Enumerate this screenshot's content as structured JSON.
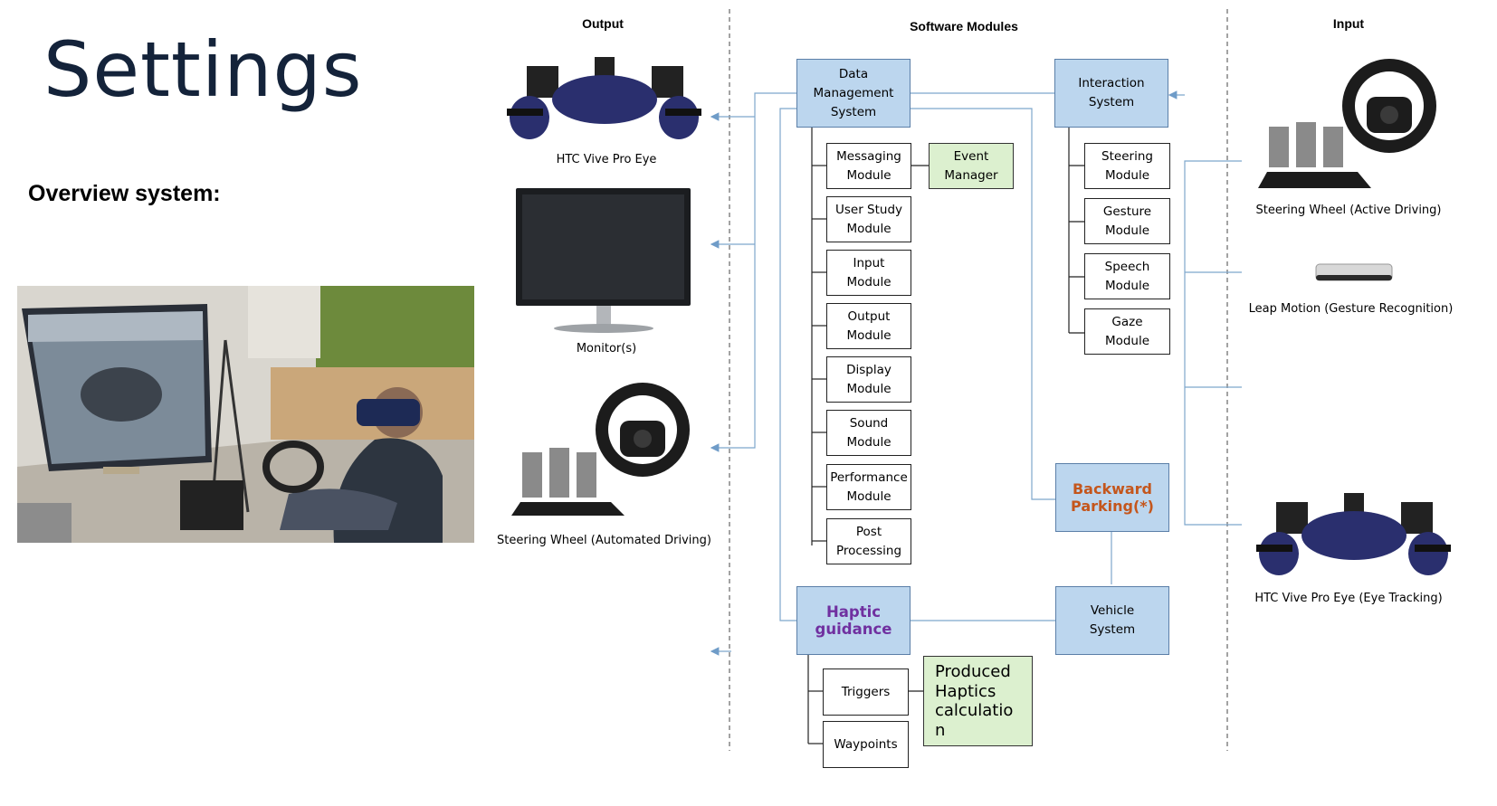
{
  "slide": {
    "title": "Settings",
    "subtitle": "Overview system:"
  },
  "diagram": {
    "headers": {
      "output": "Output",
      "software": "Software Modules",
      "input": "Input"
    },
    "outputs": [
      {
        "caption": "HTC Vive Pro Eye",
        "icon": "vr-headset-icon"
      },
      {
        "caption": "Monitor(s)",
        "icon": "monitor-icon"
      },
      {
        "caption": "Steering Wheel (Automated Driving)",
        "icon": "steering-wheel-icon"
      }
    ],
    "inputs": [
      {
        "caption": "Steering Wheel (Active Driving)",
        "icon": "steering-wheel-icon"
      },
      {
        "caption": "Leap Motion (Gesture Recognition)",
        "icon": "leap-motion-icon"
      },
      {
        "caption": "HTC Vive Pro Eye (Eye Tracking)",
        "icon": "vr-headset-icon"
      }
    ],
    "data_management": "Data\nManagement\nSystem",
    "dm_modules": [
      "Messaging\nModule",
      "User Study\nModule",
      "Input\nModule",
      "Output\nModule",
      "Display\nModule",
      "Sound\nModule",
      "Performance\nModule",
      "Post\nProcessing"
    ],
    "event_manager": "Event\nManager",
    "interaction_system": "Interaction\nSystem",
    "interaction_modules": [
      "Steering\nModule",
      "Gesture\nModule",
      "Speech\nModule",
      "Gaze\nModule"
    ],
    "backward_parking": "Backward\nParking(*)",
    "haptic_guidance": "Haptic\nguidance",
    "vehicle_system": "Vehicle\nSystem",
    "haptic_modules": [
      "Triggers",
      "Waypoints"
    ],
    "produced_haptics": "Produced\nHaptics\ncalculatio\nn"
  },
  "colors": {
    "module_blue": "#bcd6ee",
    "module_green": "#dcf0cf",
    "connector": "#7ea6cc",
    "accent_orange": "#c4561c",
    "accent_purple": "#7030a0"
  }
}
